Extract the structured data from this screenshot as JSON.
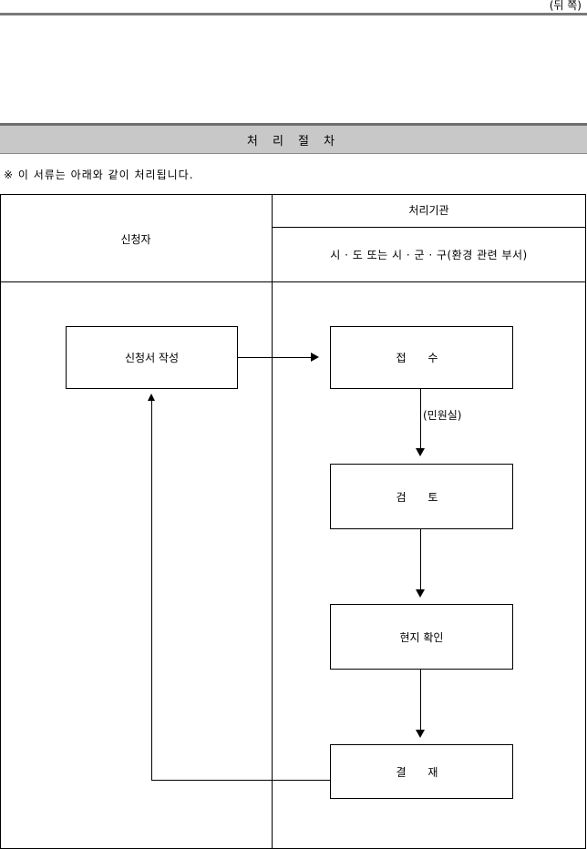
{
  "page_label": "(뒤 쪽)",
  "section_title": "처 리 절 차",
  "note": "※ 이 서류는 아래와 같이 처리됩니다.",
  "table": {
    "applicant_header": "신청자",
    "agency_header": "처리기관",
    "agency_sub_header": "시 · 도 또는 시 · 군 · 구(환경 관련 부서)"
  },
  "flow": {
    "apply_step": "신청서 작성",
    "receive_step": "접  수",
    "receive_note": "(민원실)",
    "review_step": "검  토",
    "site_check_step": "현지 확인",
    "approval_step": "결  재"
  }
}
